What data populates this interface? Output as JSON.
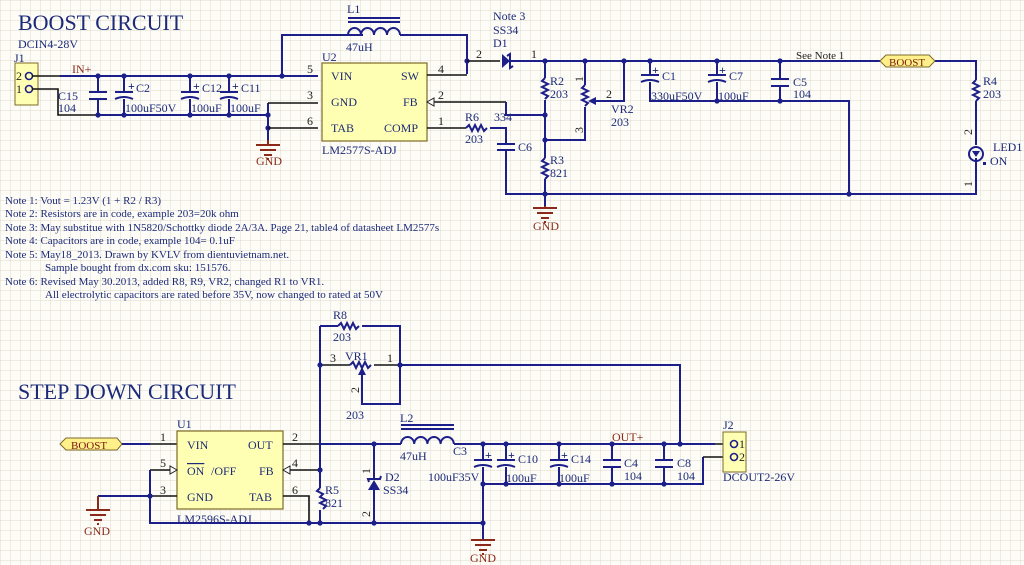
{
  "titles": {
    "boost": "BOOST CIRCUIT",
    "stepdown": "STEP DOWN CIRCUIT"
  },
  "colors": {
    "wire": "#1c1f8a",
    "ground": "#8b2a1a",
    "ic_fill": "#ffffb3",
    "port_fill": "#fff08a",
    "background": "#fdfcf6"
  },
  "boost": {
    "j1": {
      "ref": "J1",
      "label": "DCIN4-28V",
      "pin_top": "2",
      "pin_bottom": "1"
    },
    "net_in": "IN+",
    "c15": {
      "ref": "C15",
      "value": "104"
    },
    "c2": {
      "ref": "C2",
      "value": "100uF50V"
    },
    "c12": {
      "ref": "C12",
      "value": "100uF"
    },
    "c11": {
      "ref": "C11",
      "value": "100uF"
    },
    "gnd_label": "GND",
    "l1": {
      "ref": "L1",
      "value": "47uH"
    },
    "u2": {
      "ref": "U2",
      "part": "LM2577S-ADJ",
      "pins": {
        "vin": "VIN",
        "gnd": "GND",
        "tab": "TAB",
        "sw": "SW",
        "fb": "FB",
        "comp": "COMP"
      },
      "pin_numbers": {
        "vin": "5",
        "gnd": "3",
        "tab": "6",
        "sw": "4",
        "fb": "2",
        "comp": "1"
      }
    },
    "d1": {
      "note": "Note 3",
      "part": "SS34",
      "ref": "D1",
      "pin_a": "2",
      "pin_k": "1"
    },
    "r2": {
      "ref": "R2",
      "value": "203"
    },
    "r3": {
      "ref": "R3",
      "value": "821"
    },
    "r6": {
      "ref": "R6",
      "value": "203"
    },
    "c6": {
      "ref": "C6",
      "value": "334"
    },
    "vr2": {
      "ref": "VR2",
      "value": "203",
      "pin1": "1",
      "pin2": "2",
      "pin3": "3"
    },
    "c1": {
      "ref": "C1",
      "value": "330uF50V"
    },
    "c7": {
      "ref": "C7",
      "value": "100uF"
    },
    "c5": {
      "ref": "C5",
      "value": "104"
    },
    "see_note": "See Note 1",
    "port_boost": "BOOST",
    "r4": {
      "ref": "R4",
      "value": "203"
    },
    "led1": {
      "ref": "LED1",
      "value": "ON",
      "pin2": "2",
      "pin1": "1"
    },
    "gnd_label2": "GND"
  },
  "notes": [
    "Note 1: Vout = 1.23V (1 + R2 / R3)",
    "Note 2: Resistors are in code, example 203=20k ohm",
    "Note 3: May substitue with 1N5820/Schottky diode 2A/3A. Page 21, table4 of datasheet LM2577s",
    "Note 4: Capacitors are in code, example 104= 0.1uF",
    "Note 5: May18_2013. Drawn by KVLV from dientuvietnam.net.",
    "Sample bought from dx.com sku: 151576.",
    "Note 6: Revised May 30.2013, added R8, R9, VR2, changed R1 to VR1.",
    "All electrolytic capacitors are rated before 35V, now changed to rated at 50V"
  ],
  "stepdown": {
    "port_boost": "BOOST",
    "u1": {
      "ref": "U1",
      "part": "LM2596S-ADJ",
      "pins": {
        "vin": "VIN",
        "onoff_bar": "ON",
        "onoff_rest": "/OFF",
        "gnd": "GND",
        "out": "OUT",
        "fb": "FB",
        "tab": "TAB"
      },
      "pin_numbers": {
        "vin": "1",
        "onoff": "5",
        "gnd": "3",
        "out": "2",
        "fb": "4",
        "tab": "6"
      }
    },
    "gnd_label": "GND",
    "r8": {
      "ref": "R8",
      "value": "203"
    },
    "vr1": {
      "ref": "VR1",
      "value": "203",
      "pin1": "1",
      "pin2": "2",
      "pin3": "3"
    },
    "r5": {
      "ref": "R5",
      "value": "821"
    },
    "l2": {
      "ref": "L2",
      "value": "47uH"
    },
    "d2": {
      "ref": "D2",
      "value": "SS34",
      "pin1": "1",
      "pin2": "2"
    },
    "c3": {
      "ref": "C3",
      "value": "100uF35V"
    },
    "c10": {
      "ref": "C10",
      "value": "100uF"
    },
    "c14": {
      "ref": "C14",
      "value": "100uF"
    },
    "c4": {
      "ref": "C4",
      "value": "104"
    },
    "c8": {
      "ref": "C8",
      "value": "104"
    },
    "net_out": "OUT+",
    "j2": {
      "ref": "J2",
      "label": "DCOUT2-26V",
      "pin_top": "1",
      "pin_bottom": "2"
    },
    "gnd_label2": "GND"
  }
}
